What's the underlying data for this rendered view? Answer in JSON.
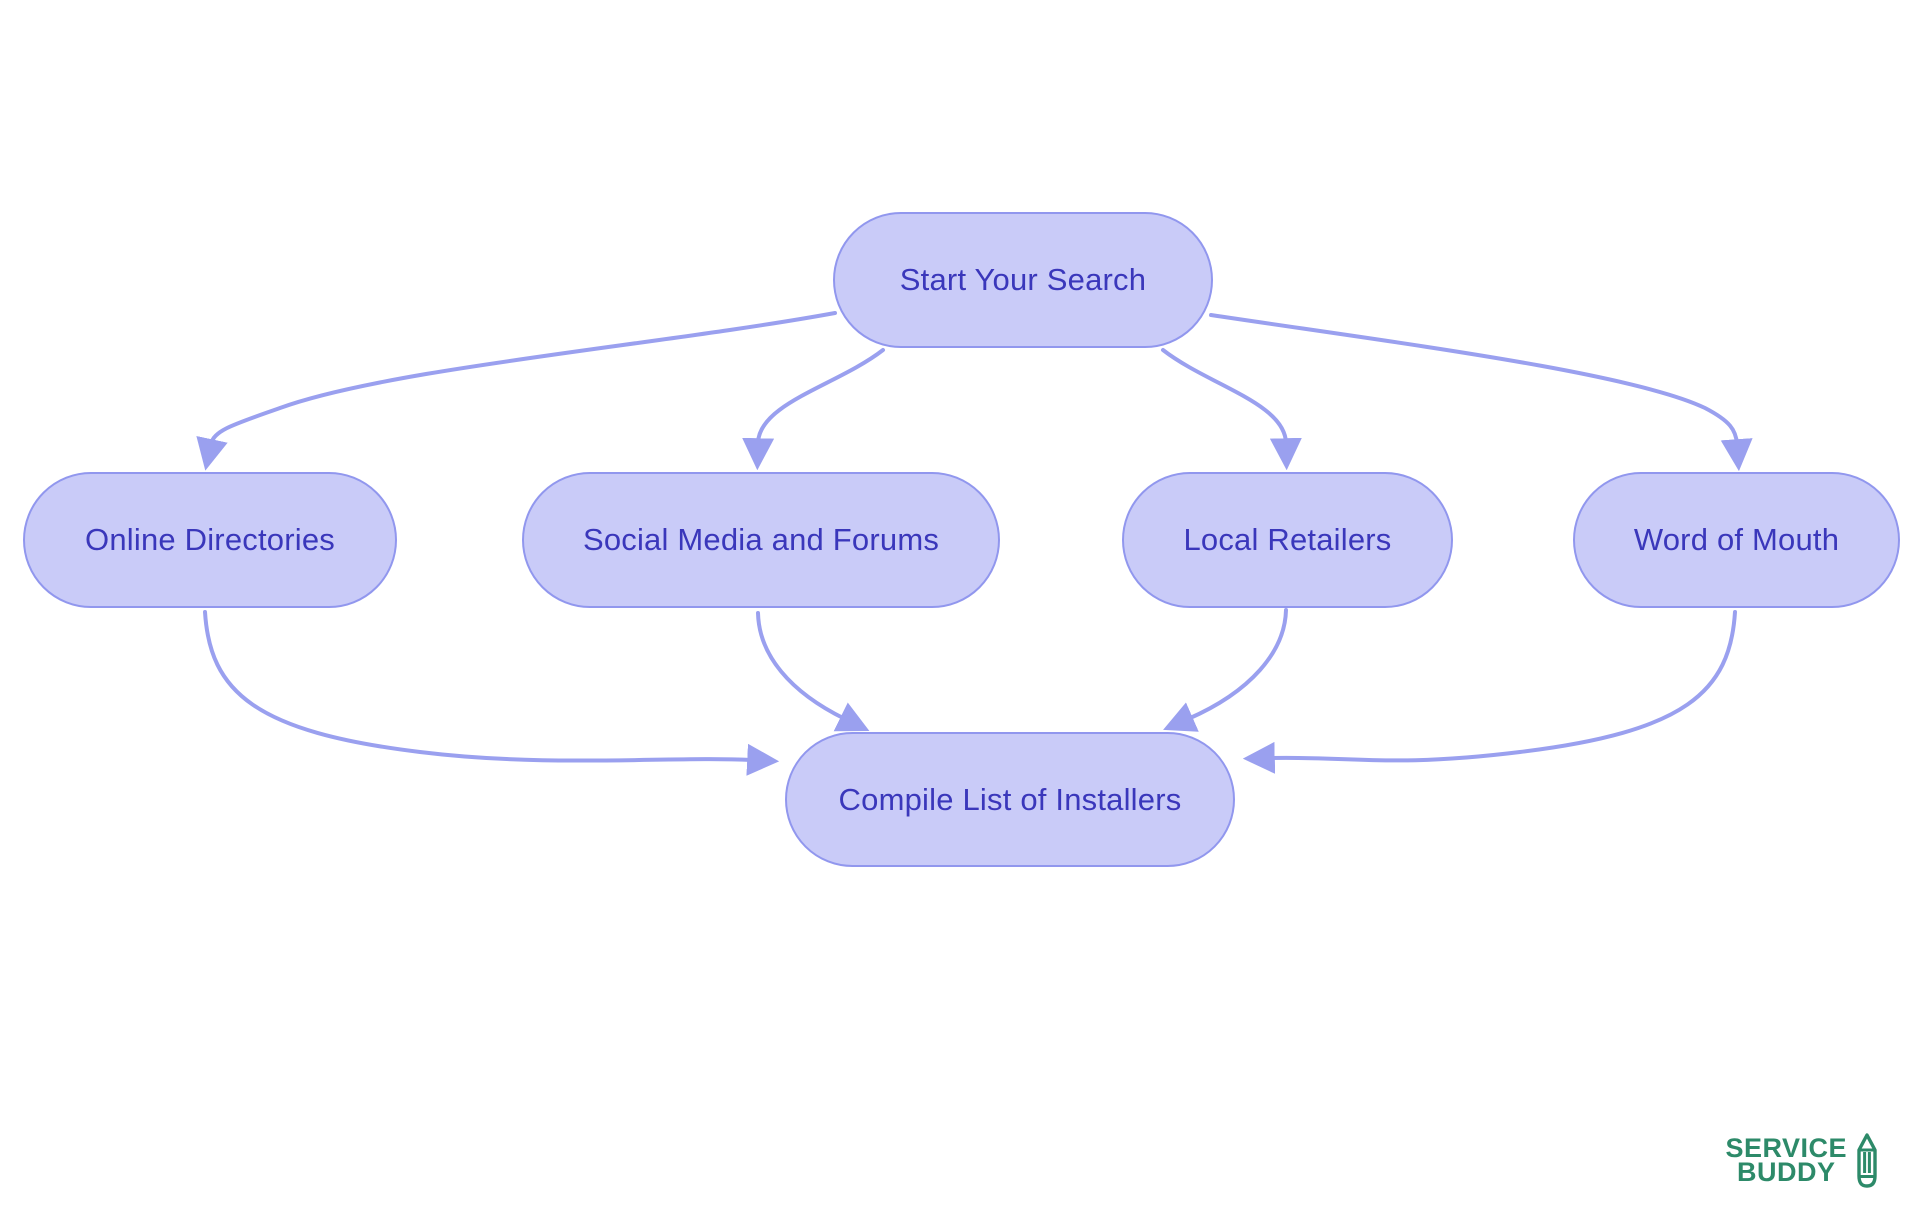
{
  "diagram": {
    "type": "flowchart",
    "nodes": [
      {
        "id": "start",
        "label": "Start Your Search"
      },
      {
        "id": "online",
        "label": "Online Directories"
      },
      {
        "id": "social",
        "label": "Social Media and Forums"
      },
      {
        "id": "local",
        "label": "Local Retailers"
      },
      {
        "id": "word",
        "label": "Word of Mouth"
      },
      {
        "id": "compile",
        "label": "Compile List of Installers"
      }
    ],
    "edges": [
      {
        "from": "start",
        "to": "online"
      },
      {
        "from": "start",
        "to": "social"
      },
      {
        "from": "start",
        "to": "local"
      },
      {
        "from": "start",
        "to": "word"
      },
      {
        "from": "online",
        "to": "compile"
      },
      {
        "from": "social",
        "to": "compile"
      },
      {
        "from": "local",
        "to": "compile"
      },
      {
        "from": "word",
        "to": "compile"
      }
    ],
    "colors": {
      "node_fill": "#c9cbf8",
      "node_border": "#9197ee",
      "node_text": "#3a37bb",
      "edge": "#9aa0ef",
      "background": "#ffffff"
    }
  },
  "logo": {
    "line1": "SERVICE",
    "line2": "BUDDY",
    "icon": "pencil-icon",
    "color": "#2d8a69"
  }
}
